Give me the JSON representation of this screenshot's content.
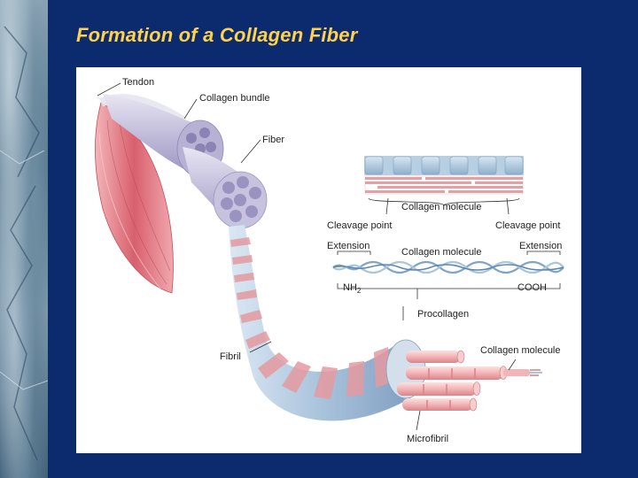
{
  "slide": {
    "title": "Formation of a Collagen Fiber"
  },
  "diagram": {
    "labels": {
      "tendon": "Tendon",
      "collagen_bundle": "Collagen bundle",
      "fiber": "Fiber",
      "collagen_molecule_top": "Collagen molecule",
      "cleavage_point_left": "Cleavage point",
      "cleavage_point_right": "Cleavage point",
      "extension_left": "Extension",
      "collagen_molecule_mid": "Collagen molecule",
      "extension_right": "Extension",
      "nh2": "NH",
      "nh2_sub": "2",
      "cooh": "COOH",
      "procollagen": "Procollagen",
      "fibril": "Fibril",
      "collagen_molecule_bottom": "Collagen molecule",
      "microfibril": "Microfibril"
    },
    "colors": {
      "background": "#0c2a6e",
      "title": "#ffd24a",
      "muscle": "#e07c86",
      "fibril_blue": "#a9c3dc",
      "fibril_band": "#e9a3a7",
      "bundle_lavender": "#c8c3dd"
    }
  }
}
